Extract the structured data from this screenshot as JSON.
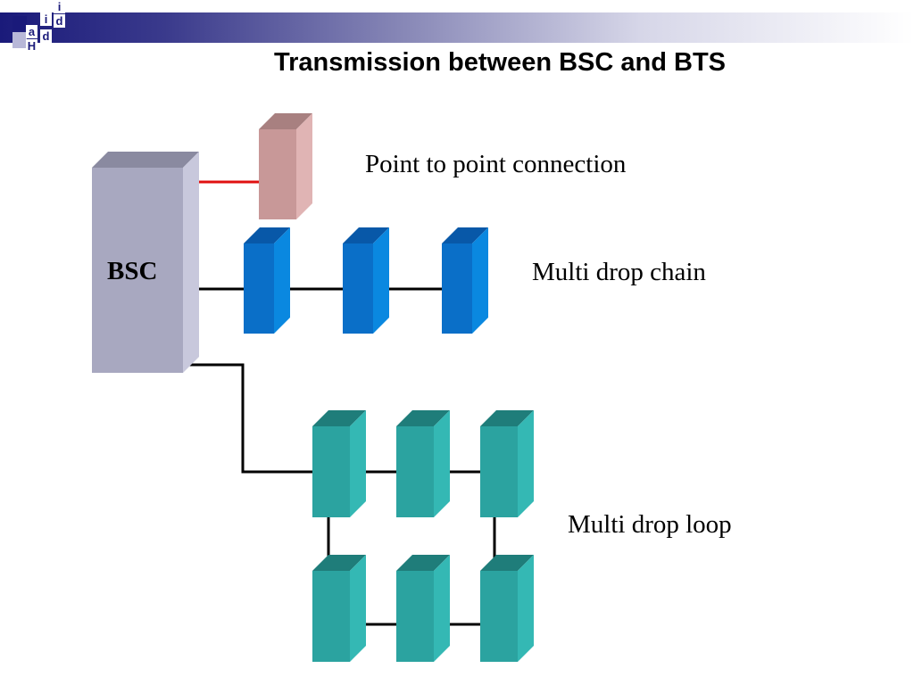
{
  "logo": {
    "letters": [
      "a",
      "i",
      "d",
      "H",
      "i",
      "d"
    ]
  },
  "title": "Transmission between BSC and BTS",
  "bsc": {
    "label": "BSC"
  },
  "connections": {
    "point_to_point": "Point to point connection",
    "multi_drop_chain": "Multi drop chain",
    "multi_drop_loop": "Multi drop loop"
  },
  "colors": {
    "bsc": "#a8a8c0",
    "point_to_point_box": "#c89898",
    "chain_box": "#0a6fc8",
    "loop_box": "#2ba3a0",
    "point_to_point_line": "#e01010",
    "line": "#000000"
  }
}
